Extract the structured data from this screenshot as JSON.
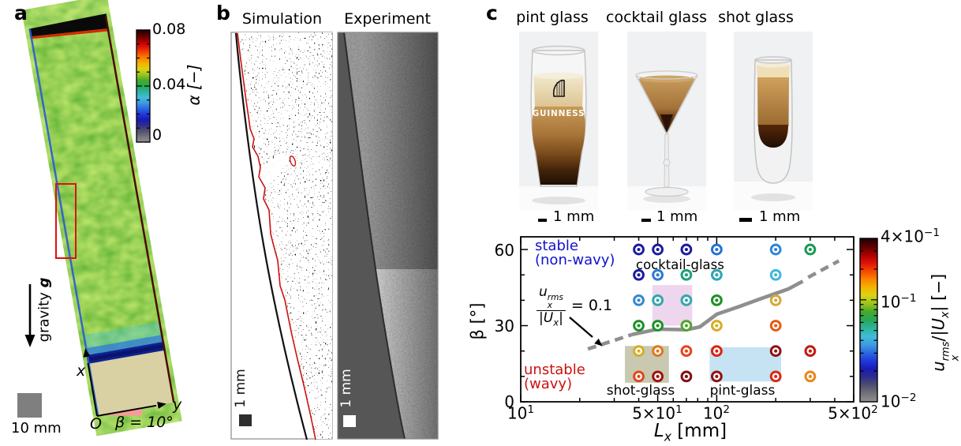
{
  "panel_a": {
    "label": "a",
    "colorbar": {
      "title": "α [−]",
      "tick_top": "0.08",
      "tick_mid": "0.04",
      "tick_bottom": "0",
      "min": 0,
      "max": 0.08,
      "stops_bottom_to_top": [
        "#909090",
        "#73737c",
        "#50506e",
        "#2e2e8c",
        "#1a1ab4",
        "#2038dc",
        "#2a6ae0",
        "#3e9ce0",
        "#42bcd8",
        "#2cb49c",
        "#28a858",
        "#44aa2c",
        "#9cc41e",
        "#d8d414",
        "#f4b400",
        "#fa8200",
        "#f44800",
        "#e01008",
        "#a80000",
        "#5c0000",
        "#1e0000"
      ]
    },
    "gravity_text": "gravity ",
    "gravity_symbol": "g",
    "scale_label": "10 mm",
    "x_axis": "x",
    "y_axis": "y",
    "origin": "O",
    "tilt_label": "β = 10°"
  },
  "panel_b": {
    "label": "b",
    "sim_title": "Simulation",
    "exp_title": "Experiment",
    "sim_scale": "1 mm",
    "exp_scale": "1 mm"
  },
  "panel_c": {
    "label": "c",
    "glasses": [
      {
        "name": "pint glass",
        "scale": "1 mm",
        "brand": "GUINNESS"
      },
      {
        "name": "cocktail glass",
        "scale": "1 mm"
      },
      {
        "name": "shot glass",
        "scale": "1 mm"
      }
    ]
  },
  "chart_data": {
    "type": "scatter",
    "xscale": "log",
    "xlim": [
      10,
      500
    ],
    "ylim": [
      0,
      65
    ],
    "xlabel": {
      "sym": "L",
      "sub": "x",
      "unit": " [mm]"
    },
    "ylabel": "β [°]",
    "xticks_major": [
      {
        "v": 10,
        "base": "10",
        "exp": "1"
      },
      {
        "v": 50,
        "base": "5×10",
        "exp": "1"
      },
      {
        "v": 100,
        "base": "10",
        "exp": "2"
      },
      {
        "v": 500,
        "base": "5×10",
        "exp": "2"
      }
    ],
    "xticks_minor": [
      20,
      30,
      40,
      60,
      70,
      80,
      90,
      200,
      300,
      400
    ],
    "yticks_major": [
      {
        "v": 0,
        "label": "0"
      },
      {
        "v": 30,
        "label": "30"
      },
      {
        "v": 60,
        "label": "60"
      }
    ],
    "yticks_minor": [
      10,
      20,
      40,
      50
    ],
    "color_meaning": "marker color encodes u_x^rms/|U_x| on logarithmic colorbar",
    "points": [
      {
        "Lx": 40,
        "beta": 60,
        "color": "#1c1ca0"
      },
      {
        "Lx": 50,
        "beta": 60,
        "color": "#1c1ca0"
      },
      {
        "Lx": 70,
        "beta": 60,
        "color": "#1c1ca0"
      },
      {
        "Lx": 100,
        "beta": 60,
        "color": "#2472d2"
      },
      {
        "Lx": 200,
        "beta": 60,
        "color": "#2e86d8"
      },
      {
        "Lx": 300,
        "beta": 60,
        "color": "#169a53"
      },
      {
        "Lx": 40,
        "beta": 50,
        "color": "#1c1ca0"
      },
      {
        "Lx": 50,
        "beta": 50,
        "color": "#2b7ad2"
      },
      {
        "Lx": 70,
        "beta": 50,
        "color": "#1da07c"
      },
      {
        "Lx": 100,
        "beta": 50,
        "color": "#2ba6b4"
      },
      {
        "Lx": 200,
        "beta": 50,
        "color": "#41b6dc"
      },
      {
        "Lx": 40,
        "beta": 40,
        "color": "#3787d4"
      },
      {
        "Lx": 50,
        "beta": 40,
        "color": "#32a8ac"
      },
      {
        "Lx": 70,
        "beta": 40,
        "color": "#32a8ac"
      },
      {
        "Lx": 100,
        "beta": 40,
        "color": "#1e9027"
      },
      {
        "Lx": 200,
        "beta": 40,
        "color": "#d2a93a"
      },
      {
        "Lx": 40,
        "beta": 30,
        "color": "#1e9027"
      },
      {
        "Lx": 50,
        "beta": 30,
        "color": "#1e9027"
      },
      {
        "Lx": 70,
        "beta": 30,
        "color": "#53a32e"
      },
      {
        "Lx": 100,
        "beta": 30,
        "color": "#d7ad25"
      },
      {
        "Lx": 200,
        "beta": 30,
        "color": "#e55c12"
      },
      {
        "Lx": 40,
        "beta": 20,
        "color": "#d7ad25"
      },
      {
        "Lx": 50,
        "beta": 20,
        "color": "#e2761c"
      },
      {
        "Lx": 70,
        "beta": 20,
        "color": "#e8441b"
      },
      {
        "Lx": 100,
        "beta": 20,
        "color": "#d92511"
      },
      {
        "Lx": 200,
        "beta": 20,
        "color": "#8e1411"
      },
      {
        "Lx": 300,
        "beta": 20,
        "color": "#c01b10"
      },
      {
        "Lx": 40,
        "beta": 10,
        "color": "#e04919"
      },
      {
        "Lx": 50,
        "beta": 10,
        "color": "#9c1410"
      },
      {
        "Lx": 70,
        "beta": 10,
        "color": "#821010"
      },
      {
        "Lx": 100,
        "beta": 10,
        "color": "#8e1310"
      },
      {
        "Lx": 200,
        "beta": 10,
        "color": "#d92a14"
      },
      {
        "Lx": 300,
        "beta": 10,
        "color": "#e8871b"
      }
    ],
    "regions": [
      {
        "name": "cocktail-glass",
        "x0": 47,
        "x1": 75,
        "y0": 30,
        "y1": 46,
        "color": "#eed6ee"
      },
      {
        "name": "shot-glass",
        "x0": 34,
        "x1": 57,
        "y0": 7.5,
        "y1": 22,
        "color": "#c9c9b2"
      },
      {
        "name": "pint-glass",
        "x0": 92,
        "x1": 213,
        "y0": 8,
        "y1": 21.5,
        "color": "#c5e3f2"
      }
    ],
    "boundary_curve": {
      "color": "#8f8f8f",
      "dashed_pre": [
        [
          22,
          20.8
        ],
        [
          37,
          26.5
        ]
      ],
      "solid": [
        [
          37,
          26.5
        ],
        [
          50,
          28.6
        ],
        [
          70,
          28.4
        ],
        [
          82,
          29.5
        ],
        [
          100,
          34.5
        ],
        [
          130,
          37.5
        ],
        [
          166,
          40.5
        ],
        [
          233,
          44.5
        ],
        [
          275,
          47.5
        ]
      ],
      "dashed_post": [
        [
          293,
          49
        ],
        [
          420,
          55.5
        ]
      ]
    },
    "annotations": {
      "stable_line1": "stable",
      "stable_line2": "(non-wavy)",
      "unstable_line1": "unstable",
      "unstable_line2": "(wavy)",
      "cocktail_label": "cocktail-glass",
      "shot_label": "shot-glass",
      "pint_label": "pint-glass",
      "threshold": {
        "num_sym": "u",
        "num_sup": "rms",
        "num_sub": "x",
        "den_pre": "|",
        "den_sym": "U",
        "den_sub": "x",
        "den_post": "|",
        "eq": "= 0.1"
      }
    },
    "colorbar": {
      "min": 0.01,
      "max": 0.4,
      "tick_labels": [
        {
          "base": "4×10",
          "exp": "−1"
        },
        {
          "base": "10",
          "exp": "−1"
        },
        {
          "base": "10",
          "exp": "−2"
        }
      ],
      "label": {
        "sym1": "u",
        "sup1": "rms",
        "sub1": "x",
        "mid": "/|",
        "sym2": "U",
        "sub2": "x",
        "end": "| [−]"
      },
      "stops_bottom_to_top": [
        "#909090",
        "#73737c",
        "#50506e",
        "#2e2e8c",
        "#1a1ab4",
        "#2038dc",
        "#2a6ae0",
        "#3e9ce0",
        "#42bcd8",
        "#2cb49c",
        "#28a858",
        "#44aa2c",
        "#9cc41e",
        "#d8d414",
        "#f4b400",
        "#fa8200",
        "#f44800",
        "#e01008",
        "#a80000",
        "#5c0000",
        "#1e0000"
      ]
    }
  }
}
